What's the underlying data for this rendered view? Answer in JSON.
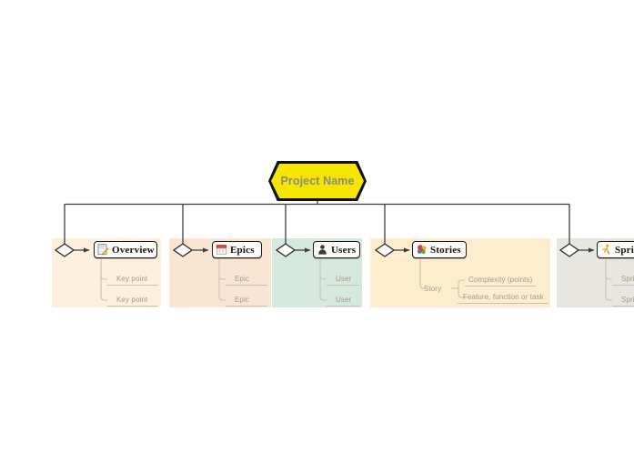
{
  "diagram": {
    "title": "Project Name",
    "root": {
      "label": "Project Name",
      "shape": "hexagon",
      "fill": "#f5e500",
      "stroke": "#111111",
      "text_color": "#8a8a82"
    },
    "connector_color": "#3d3d3d",
    "subitem_text_color": "#a49c8c",
    "subitem_rule_color": "#c9c2b2",
    "branches": [
      {
        "label": "Overview",
        "icon": "note-pencil-icon",
        "band_color": "#fdf0dc",
        "children": [
          {
            "label": "Key point"
          },
          {
            "label": "Key point"
          }
        ]
      },
      {
        "label": "Epics",
        "icon": "red-calendar-icon",
        "band_color": "#fae5d3",
        "children": [
          {
            "label": "Epic"
          },
          {
            "label": "Epic"
          }
        ]
      },
      {
        "label": "Users",
        "icon": "person-silhouette-icon",
        "band_color": "#d5e8dd",
        "children": [
          {
            "label": "User"
          },
          {
            "label": "User"
          }
        ]
      },
      {
        "label": "Stories",
        "icon": "color-puzzle-icon",
        "band_color": "#fdeccd",
        "children": [
          {
            "label": "Story",
            "children": [
              {
                "label": "Complexity (points)"
              },
              {
                "label": "Feature, function or task"
              }
            ]
          }
        ]
      },
      {
        "label": "Sprin",
        "icon": "running-person-icon",
        "band_color": "#e8e6e0",
        "children": [
          {
            "label": "Sprint"
          },
          {
            "label": "Sprint"
          }
        ]
      }
    ]
  }
}
